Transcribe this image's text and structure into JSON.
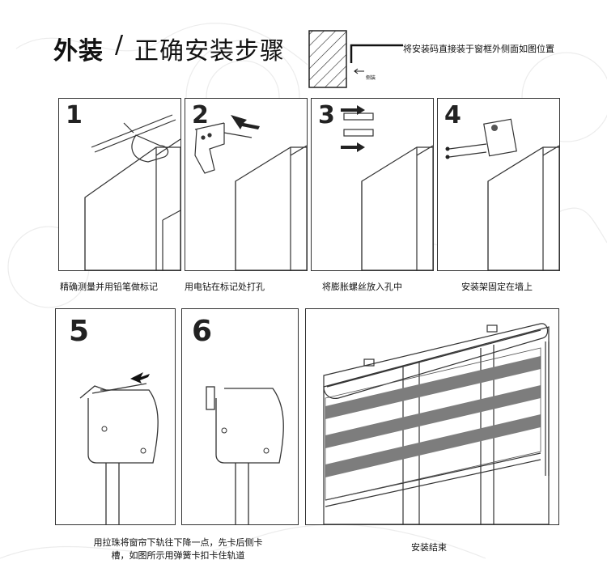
{
  "header": {
    "title_bold": "外装",
    "slash": "/",
    "title_rest": "正确安装步骤",
    "note": "将安装码直接装于窗框外侧面如图位置",
    "side_label": "侧装"
  },
  "steps": [
    {
      "num": "1",
      "caption": "精确测量并用铅笔做标记"
    },
    {
      "num": "2",
      "caption": "用电钻在标记处打孔"
    },
    {
      "num": "3",
      "caption": "将膨胀螺丝放入孔中"
    },
    {
      "num": "4",
      "caption": "安装架固定在墙上"
    },
    {
      "num": "5",
      "caption_line1": "用拉珠将窗帘下轨往下降一点，先卡后侧卡",
      "caption_line2": "槽，如图所示用弹簧卡扣卡住轨道"
    },
    {
      "num": "6"
    },
    {
      "caption": "安装结束"
    }
  ],
  "colors": {
    "line": "#333333",
    "stripe": "#7d7d7d",
    "deco": "#ececec"
  }
}
